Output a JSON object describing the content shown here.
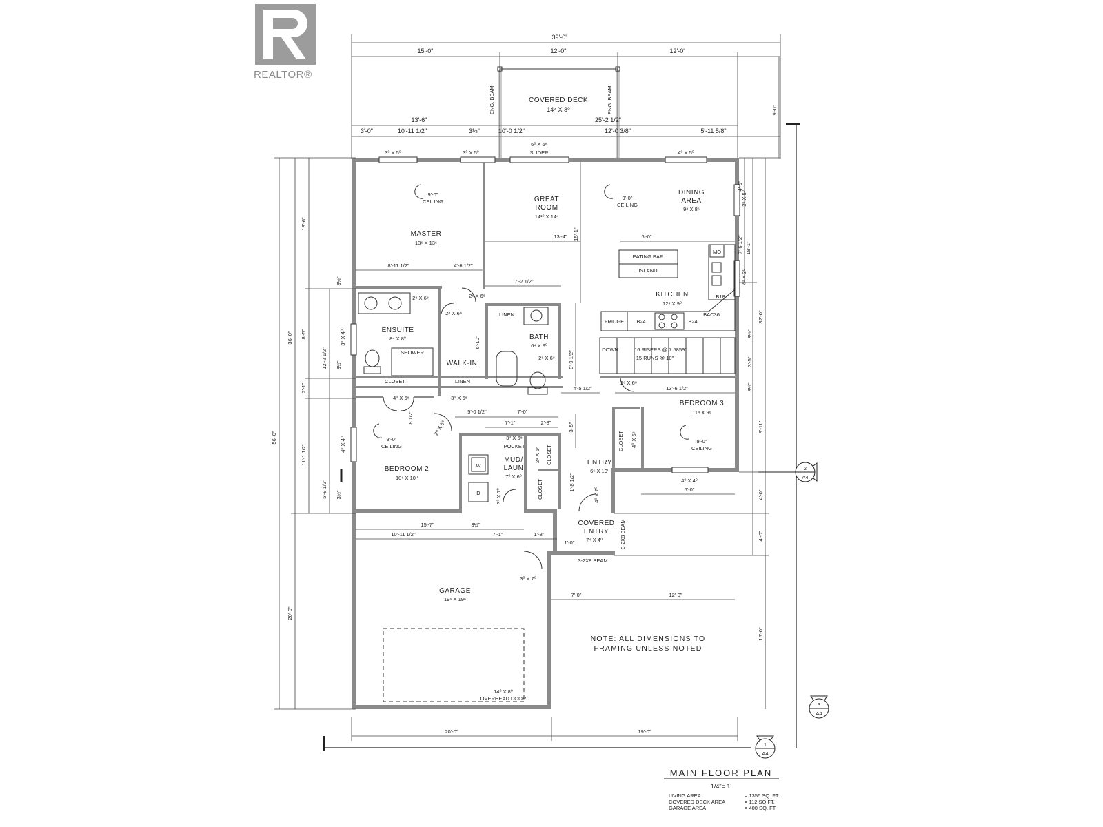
{
  "logo": {
    "text": "REALTOR®"
  },
  "title": {
    "main": "MAIN FLOOR PLAN",
    "scale": "1/4\"= 1'"
  },
  "areas": [
    {
      "label": "LIVING AREA",
      "value": "= 1356 SQ. FT."
    },
    {
      "label": "COVERED DECK AREA",
      "value": "= 112 SQ.FT."
    },
    {
      "label": "GARAGE AREA",
      "value": "= 400 SQ. FT."
    }
  ],
  "note": {
    "line1": "NOTE: ALL DIMENSIONS TO",
    "line2": "FRAMING UNLESS NOTED"
  },
  "rooms": {
    "covered_deck": {
      "name": "COVERED DECK",
      "size": "14⁴ X 8⁰"
    },
    "master": {
      "name": "MASTER",
      "size": "13⁶ X 13⁶",
      "ceiling": "9'-0\"",
      "ceiling_label": "CEILING"
    },
    "great_room": {
      "name1": "GREAT",
      "name2": "ROOM",
      "size": "14¹⁰ X 14⁴"
    },
    "dining": {
      "name1": "DINING",
      "name2": "AREA",
      "size": "9⁸ X 8⁶",
      "ceiling": "9'-0\"",
      "ceiling_label": "CEILING"
    },
    "kitchen": {
      "name": "KITCHEN",
      "size": "12⁴ X 9⁰"
    },
    "ensuite": {
      "name": "ENSUITE",
      "size": "8⁴ X 8⁰"
    },
    "bath": {
      "name": "BATH",
      "size": "6⁴ X 9⁰"
    },
    "bedroom2": {
      "name": "BEDROOM 2",
      "size": "10⁶ X 10⁰",
      "ceiling": "9'-0\"",
      "ceiling_label": "CEILING"
    },
    "bedroom3": {
      "name": "BEDROOM 3",
      "size": "11⁴ X 9⁶",
      "ceiling": "9'-0\"",
      "ceiling_label": "CEILING"
    },
    "mud_laun": {
      "name1": "MUD/",
      "name2": "LAUN",
      "size": "7⁰ X 6⁰"
    },
    "entry": {
      "name": "ENTRY",
      "size": "6⁶ X 10⁰"
    },
    "covered_entry": {
      "name1": "COVERED",
      "name2": "ENTRY",
      "size": "7⁴ X 4⁰"
    },
    "garage": {
      "name": "GARAGE",
      "size": "19⁶ X 19⁶"
    }
  },
  "labels": {
    "eng_beam": "ENG. BEAM",
    "slider": "SLIDER",
    "slider_size": "6⁰ X 6⁸",
    "eating_bar": "EATING BAR",
    "island": "ISLAND",
    "fridge": "FRIDGE",
    "b24": "B24",
    "b24b": "B24",
    "b18": "B18",
    "bac36": "BAC36",
    "mo": "MO",
    "linen_bath": "LINEN",
    "linen_hall": "LINEN",
    "closet_hall": "CLOSET",
    "closet_b3": "CLOSET",
    "closet_mud": "CLOSET",
    "closet_entry": "CLOSET",
    "shower": "SHOWER",
    "walk_in": "WALK-IN",
    "pocket": "POCKET",
    "down": "DOWN",
    "risers": "16 RISERS @ 7.5859\"",
    "runs": "15 RUNS @ 10\"",
    "beam1": "3-2X8 BEAM",
    "beam2": "3-2X8 BEAM",
    "overhead_door": "OVERHEAD DOOR",
    "overhead_size": "14⁰ X 8⁰",
    "w": "W",
    "d": "D"
  },
  "door_labels": {
    "d1": "2⁸ X 6⁸",
    "d2": "2⁸ X 6⁸",
    "d3": "2⁸ X 6⁸",
    "d4": "2⁸ X 6⁸",
    "d5": "4⁰ X 6⁸",
    "d6": "3⁰ X 6⁸",
    "d7": "2⁸ X 6⁸",
    "d8": "3⁰ X 6⁸",
    "d9": "2⁰ X 6⁸",
    "d10": "2⁴ X 6⁸",
    "d11": "3⁰ X 7⁰",
    "d12": "4⁰ X 7⁰",
    "d13": "3⁰ X 7⁰",
    "d14": "4⁰ X 6⁸"
  },
  "window_labels": {
    "w1": "3⁰ X 5⁰",
    "w2": "3⁰ X 5⁰",
    "w3": "4⁰ X 5⁰",
    "w4": "3⁰ X 5⁰",
    "w5": "4⁰ X 3⁰",
    "w6": "3⁰ X 4⁰",
    "w7": "4⁰ X 4⁰",
    "w8": "4⁰ X 4⁰"
  },
  "dims_top": {
    "overall": "39'-0\"",
    "a": "15'-0\"",
    "b": "12'-0\"",
    "c": "12'-0\"",
    "d": "13'-6\"",
    "e": "25'-2 1/2\"",
    "f": "3'-0\"",
    "g": "10'-11 1/2\"",
    "h": "3½\"",
    "i": "10'-0 1/2\"",
    "j": "12'-0 3/8\"",
    "k": "5'-11 5/8\""
  },
  "dims_bottom": {
    "a": "20'-0\"",
    "b": "19'-0\""
  },
  "dims_left": {
    "overall": "56'-0\"",
    "a": "36'-0\"",
    "b": "20'-0\"",
    "c": "13'-6\"",
    "d": "8'-5\"",
    "e": "2'-1\"",
    "f": "11'-1 1/2\"",
    "g": "3½\"",
    "h": "12'-2 1/2\"",
    "i": "3½\"",
    "j": "5'-9 1/2\"",
    "k": "3½\""
  },
  "dims_right": {
    "a": "9'-0\"",
    "b": "32'-0\"",
    "c": "18'-1\"",
    "d": "4'-6\"",
    "e": "7'-6 1/2\"",
    "f": "3½\"",
    "g": "3'-5\"",
    "h": "3½\"",
    "i": "9'-11\"",
    "j": "4'-0\"",
    "k": "4'-0\"",
    "l": "16'-0\""
  },
  "dims_interior": {
    "a": "8'-11 1/2\"",
    "b": "4'-6 1/2\"",
    "c": "13'-4\"",
    "d": "15'-1\"",
    "e": "6'-0\"",
    "f": "7'-2 1/2\"",
    "g": "6'-10\"",
    "h": "9'-9 1/2\"",
    "i": "4'-5 1/2\"",
    "j": "13'-6 1/2\"",
    "k": "5'-0 1/2\"",
    "l": "7'-0\"",
    "m": "7'-1\"",
    "n": "2'-8\"",
    "o": "3'-5\"",
    "p": "8 1/2\"",
    "q": "1'-8 1/2\"",
    "r": "6'-0\"",
    "s": "15'-7\"",
    "t": "10'-11 1/2\"",
    "u": "3½\"",
    "v": "7'-1\"",
    "w": "1'-8\"",
    "x": "1'-0\"",
    "y": "7'-0\"",
    "z": "12'-0\""
  },
  "section_markers": [
    {
      "num": "2",
      "sheet": "A4"
    },
    {
      "num": "3",
      "sheet": "A4"
    },
    {
      "num": "1",
      "sheet": "A4"
    }
  ]
}
